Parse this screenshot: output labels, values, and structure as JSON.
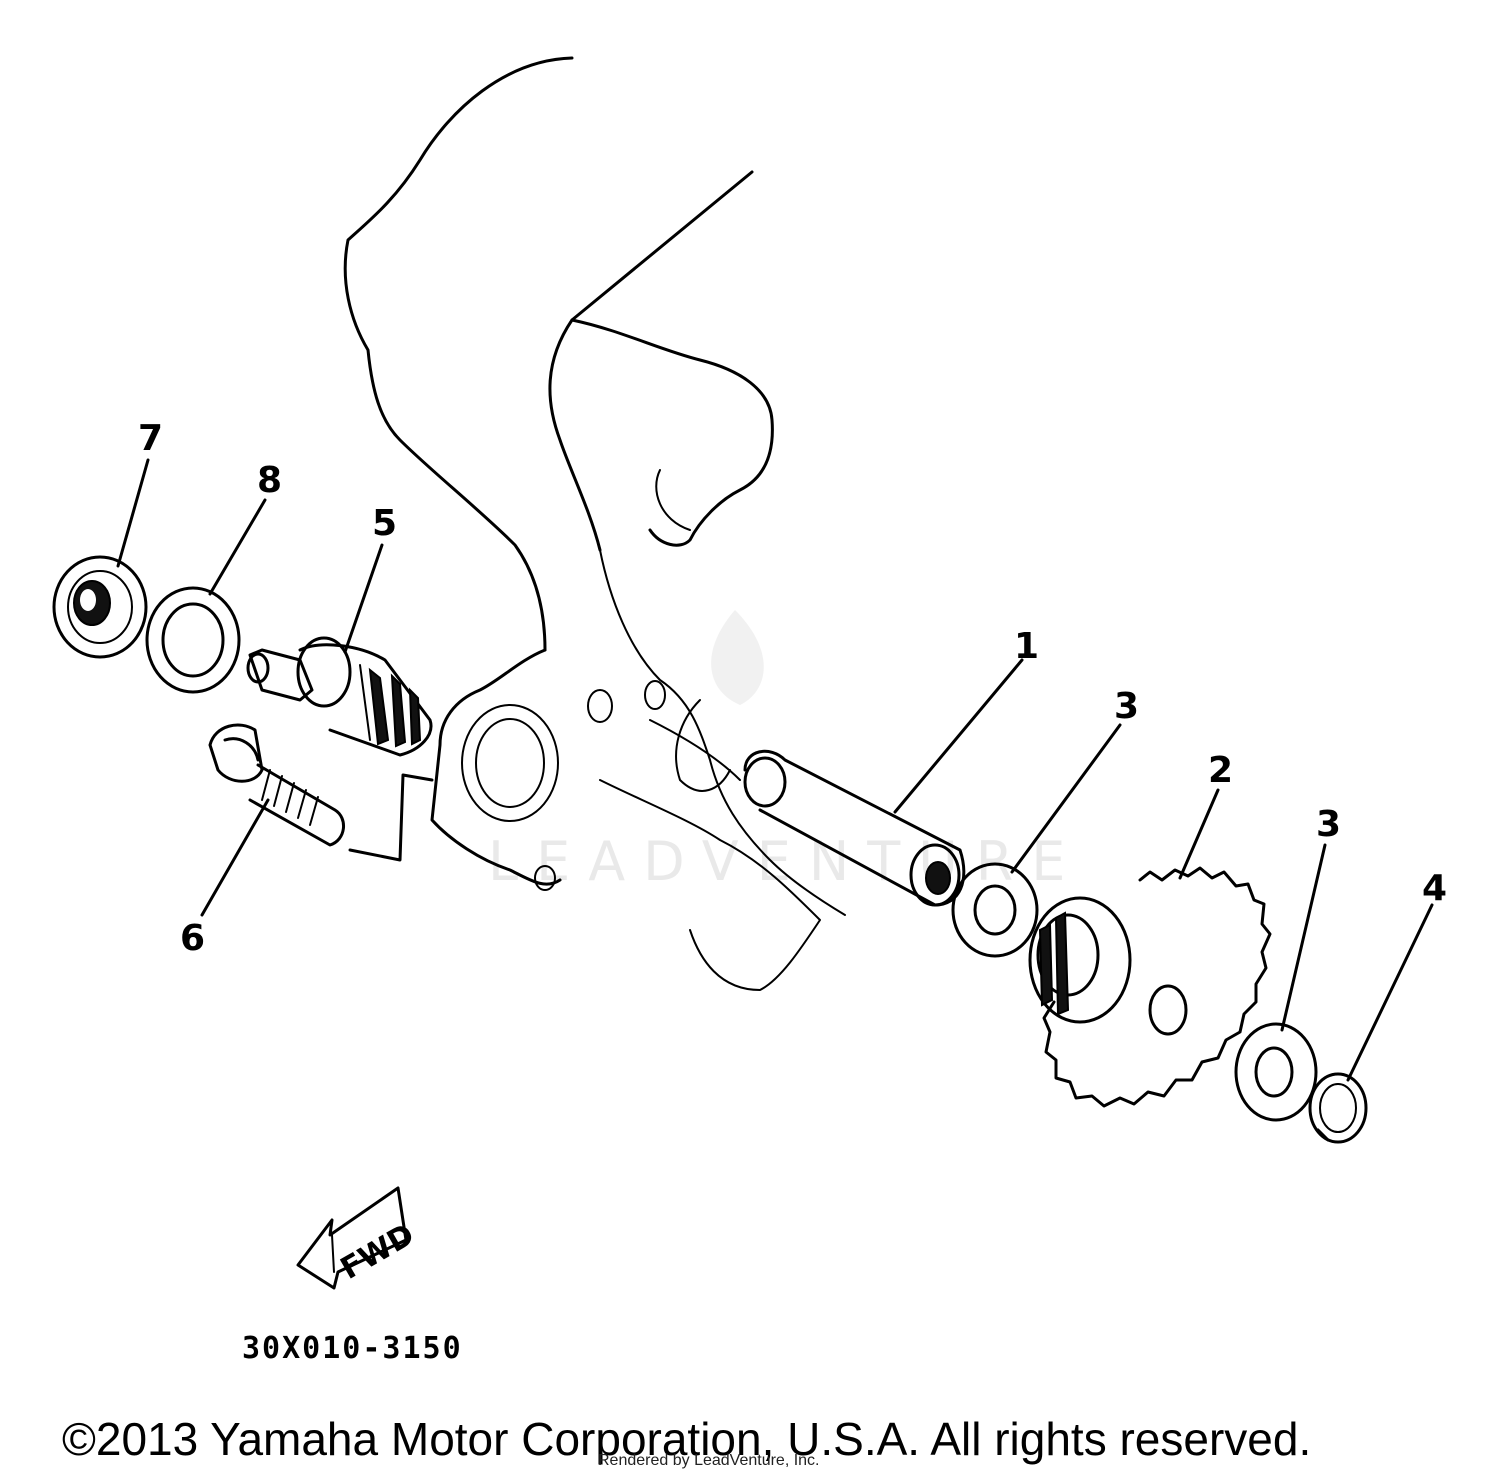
{
  "callouts": {
    "c1": "1",
    "c2": "2",
    "c3a": "3",
    "c3b": "3",
    "c4": "4",
    "c5": "5",
    "c6": "6",
    "c7": "7",
    "c8": "8"
  },
  "fwd_label": "FWD",
  "diagram_code": "30X010-3150",
  "copyright": "©2013 Yamaha Motor Corporation, U.S.A. All rights reserved.",
  "rendered_by": "Rendered by LeadVenture, Inc.",
  "watermark": "LEADVENTURE"
}
